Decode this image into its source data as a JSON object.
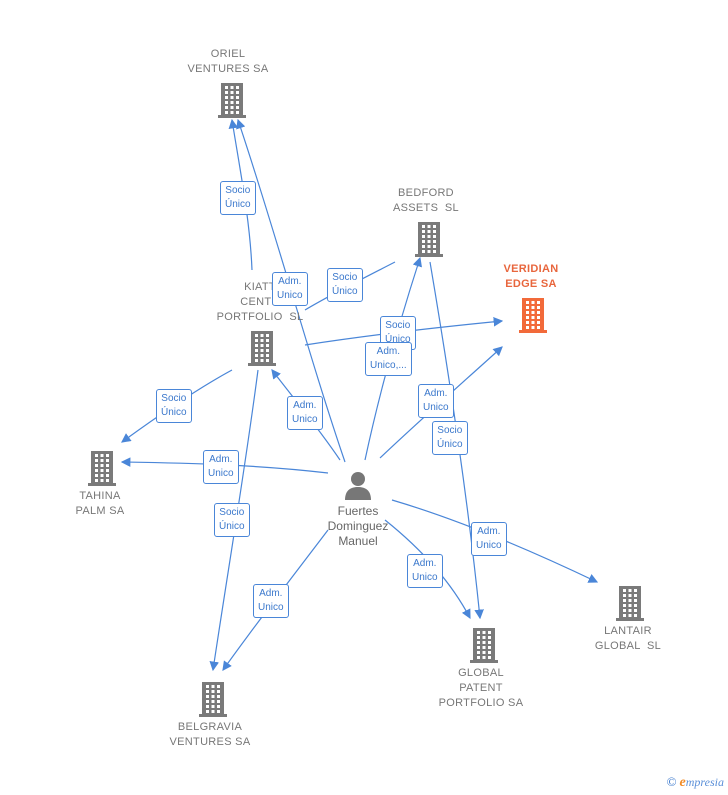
{
  "colors": {
    "edge": "#4a86d8",
    "building": "#7a7a7a",
    "building_highlight": "#f26a3a",
    "person": "#777777"
  },
  "nodes": {
    "oriel": "ORIEL\nVENTURES SA",
    "bedford": "BEDFORD\nASSETS  SL",
    "veridian": "VERIDIAN\nEDGE SA",
    "kiatt": "KIATT\nCENTR\nPORTFOLIO  SL",
    "tahina": "TAHINA\nPALM SA",
    "belgravia": "BELGRAVIA\nVENTURES SA",
    "global_patent": "GLOBAL\nPATENT\nPORTFOLIO SA",
    "lantair": "LANTAIR\nGLOBAL  SL"
  },
  "person": {
    "name": "Fuertes\nDominguez\nManuel",
    "icon": "person-icon"
  },
  "relations": {
    "r1": "Socio\nÚnico",
    "r2": "Adm.\nUnico",
    "r3": "Socio\nÚnico",
    "r4": "Socio\nÚnico",
    "r5": "Adm.\nUnico,...",
    "r6": "Socio\nÚnico",
    "r7": "Adm.\nUnico",
    "r8": "Adm.\nUnico",
    "r9": "Socio\nÚnico",
    "r10": "Adm.\nUnico",
    "r11": "Socio\nÚnico",
    "r12": "Adm.\nUnico",
    "r13": "Adm.\nUnico",
    "r14": "Adm.\nUnico"
  },
  "footer": {
    "copyright": "©",
    "brand_e": "e",
    "brand_rest": "mpresia"
  }
}
